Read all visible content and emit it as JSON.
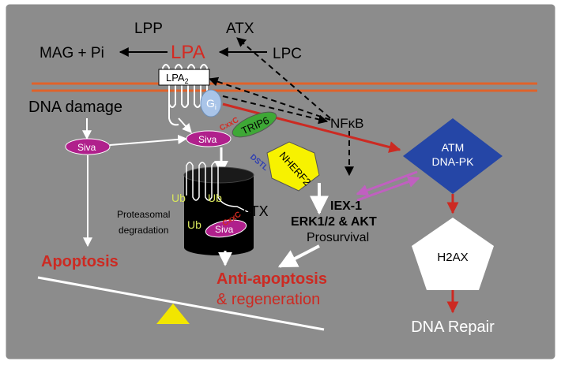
{
  "labels": {
    "lpp": "LPP",
    "atx_top": "ATX",
    "mag_pi": "MAG + Pi",
    "lpa": "LPA",
    "lpc": "LPC",
    "lpa2_main": "LPA",
    "lpa2_sub": "2",
    "gi_main": "G",
    "gi_sub": "i",
    "dna_damage": "DNA damage",
    "nfkb": "NFκB",
    "siva_left": "Siva",
    "siva_mid": "Siva",
    "siva_proteasome": "Siva",
    "trip6": "TRIP6",
    "cxxc_top": "CxxC",
    "cxxc_proteasome": "CxxC",
    "dstl": "DSTL",
    "nherf2": "NHERF2",
    "atm_line1": "ATM",
    "atm_line2": "DNA-PK",
    "iex1": "IEX-1",
    "erk_akt": "ERK1/2 & AKT",
    "prosurvival": "Prosurvival",
    "atx_mid": "ATX",
    "ub1": "Ub",
    "ub2": "Ub",
    "ub3": "Ub",
    "proteasomal_line1": "Proteasomal",
    "proteasomal_line2": "degradation",
    "apoptosis": "Apoptosis",
    "anti_apoptosis": "Anti-apoptosis",
    "regeneration": "& regeneration",
    "h2ax": "H2AX",
    "dna_repair": "DNA Repair"
  },
  "colors": {
    "background": "#8c8c8c",
    "frame": "#ffffff",
    "membrane": "#e0622a",
    "lpa_red": "#d42a22",
    "pathway_red": "#cc2a22",
    "siva_magenta": "#b0208c",
    "trip6_green": "#3ea836",
    "nherf2_yellow": "#f7f200",
    "gi_blue": "#a9c4e8",
    "atm_blue": "#2546a6",
    "ub_yellow": "#d8e65c",
    "pink_arrow": "#c060c0",
    "balance_triangle": "#f2e600"
  }
}
